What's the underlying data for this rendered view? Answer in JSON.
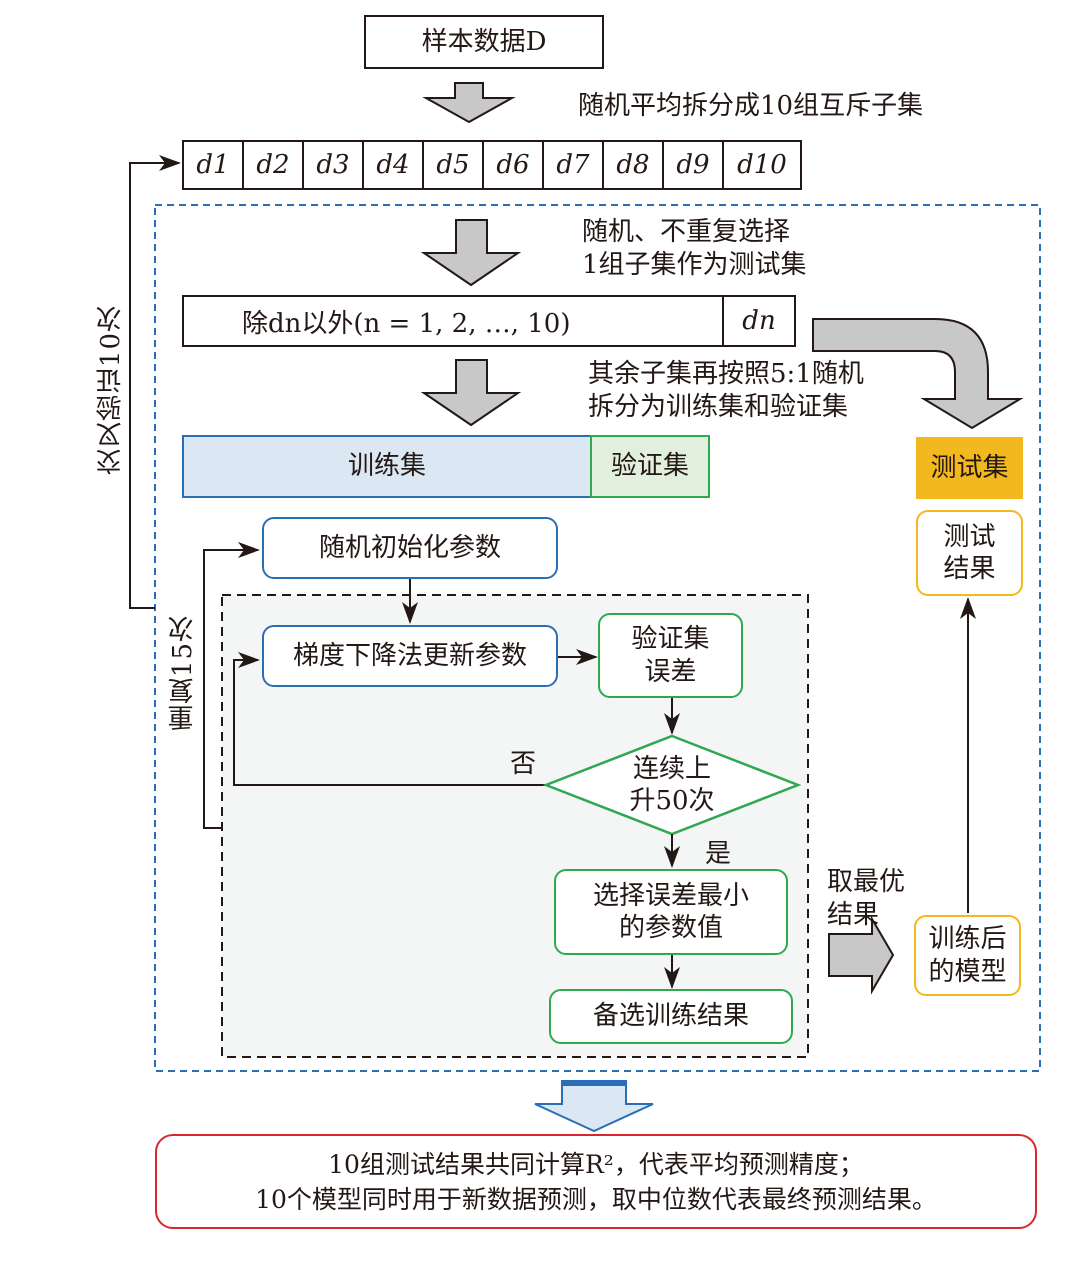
{
  "sample": {
    "label": "样本数据D"
  },
  "split_note": "随机平均拆分成10组互斥子集",
  "subsets": [
    "d1",
    "d2",
    "d3",
    "d4",
    "d5",
    "d6",
    "d7",
    "d8",
    "d9",
    "d10"
  ],
  "select_note": "随机、不重复选择\n1组子集作为测试集",
  "except_box": {
    "label": "除dn以外(n = 1, 2, …, 10)",
    "dn": "dn"
  },
  "resplit_note": "其余子集再按照5:1随机\n拆分为训练集和验证集",
  "train_set": "训练集",
  "val_set": "验证集",
  "test_set": "测试集",
  "test_result": "测试\n结果",
  "cv_loop": "交叉验证10次",
  "repeat_loop": "重复15次",
  "init_params": "随机初始化参数",
  "gd_update": "梯度下降法更新参数",
  "val_error": "验证集\n误差",
  "decision": "连续上\n升50次",
  "no_label": "否",
  "yes_label": "是",
  "select_min": "选择误差最小\n的参数值",
  "candidate": "备选训练结果",
  "take_best": "取最优\n结果",
  "trained_model": "训练后\n的模型",
  "final_box": {
    "line1": "10组测试结果共同计算R²，代表平均预测精度；",
    "line2": "10个模型同时用于新数据预测，取中位数代表最终预测结果。"
  },
  "colors": {
    "blue": "#2a6fb5",
    "green": "#2fa84f",
    "orange": "#f2b81d",
    "red": "#d7282f",
    "gray_arrow": "#c8c8c8",
    "train_fill": "#dbe7f3",
    "val_fill": "#e1efdc",
    "panel_fill": "#f4f6f5"
  }
}
